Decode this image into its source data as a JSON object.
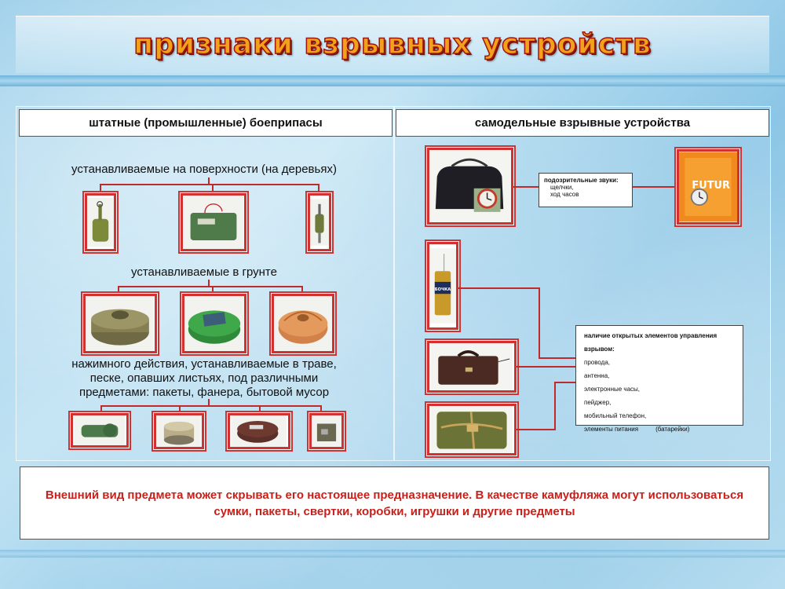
{
  "title": "признаки взрывных устройств",
  "left_panel": {
    "header": "штатные (промышленные) боеприпасы",
    "label_surface": "устанавливаемые на поверхности (на деревьях)",
    "label_ground": "устанавливаемые в грунте",
    "label_pressure_1": "нажимного действия, устанавливаемые в траве,",
    "label_pressure_2": "песке, опавших листьях, под различными",
    "label_pressure_3": "предметами: пакеты, фанера, бытовой мусор"
  },
  "right_panel": {
    "header": "самодельные взрывные устройства",
    "sounds_box": {
      "title": "подозрительные звуки:",
      "items": [
        "щелчки,",
        "ход часов"
      ]
    },
    "controls_box": {
      "title": "наличие открытых элементов управления взрывом:",
      "items": [
        "провода,",
        "антенна,",
        "электронные часы,",
        "пейджер,",
        "мобильный телефон,"
      ],
      "last_item": "элементы питания",
      "last_item_note": "(батарейки)"
    },
    "bag_brand": "FUTUR",
    "can_brand": "БОЧКА"
  },
  "footer_text": "Внешний вид предмета может скрывать его настоящее предназначение. В качестве камуфляжа могут использоваться сумки, пакеты, свертки, коробки, игрушки и другие предметы",
  "colors": {
    "accent_red": "#d23131",
    "title_orange": "#f2a11a",
    "footer_red": "#c8201a"
  }
}
